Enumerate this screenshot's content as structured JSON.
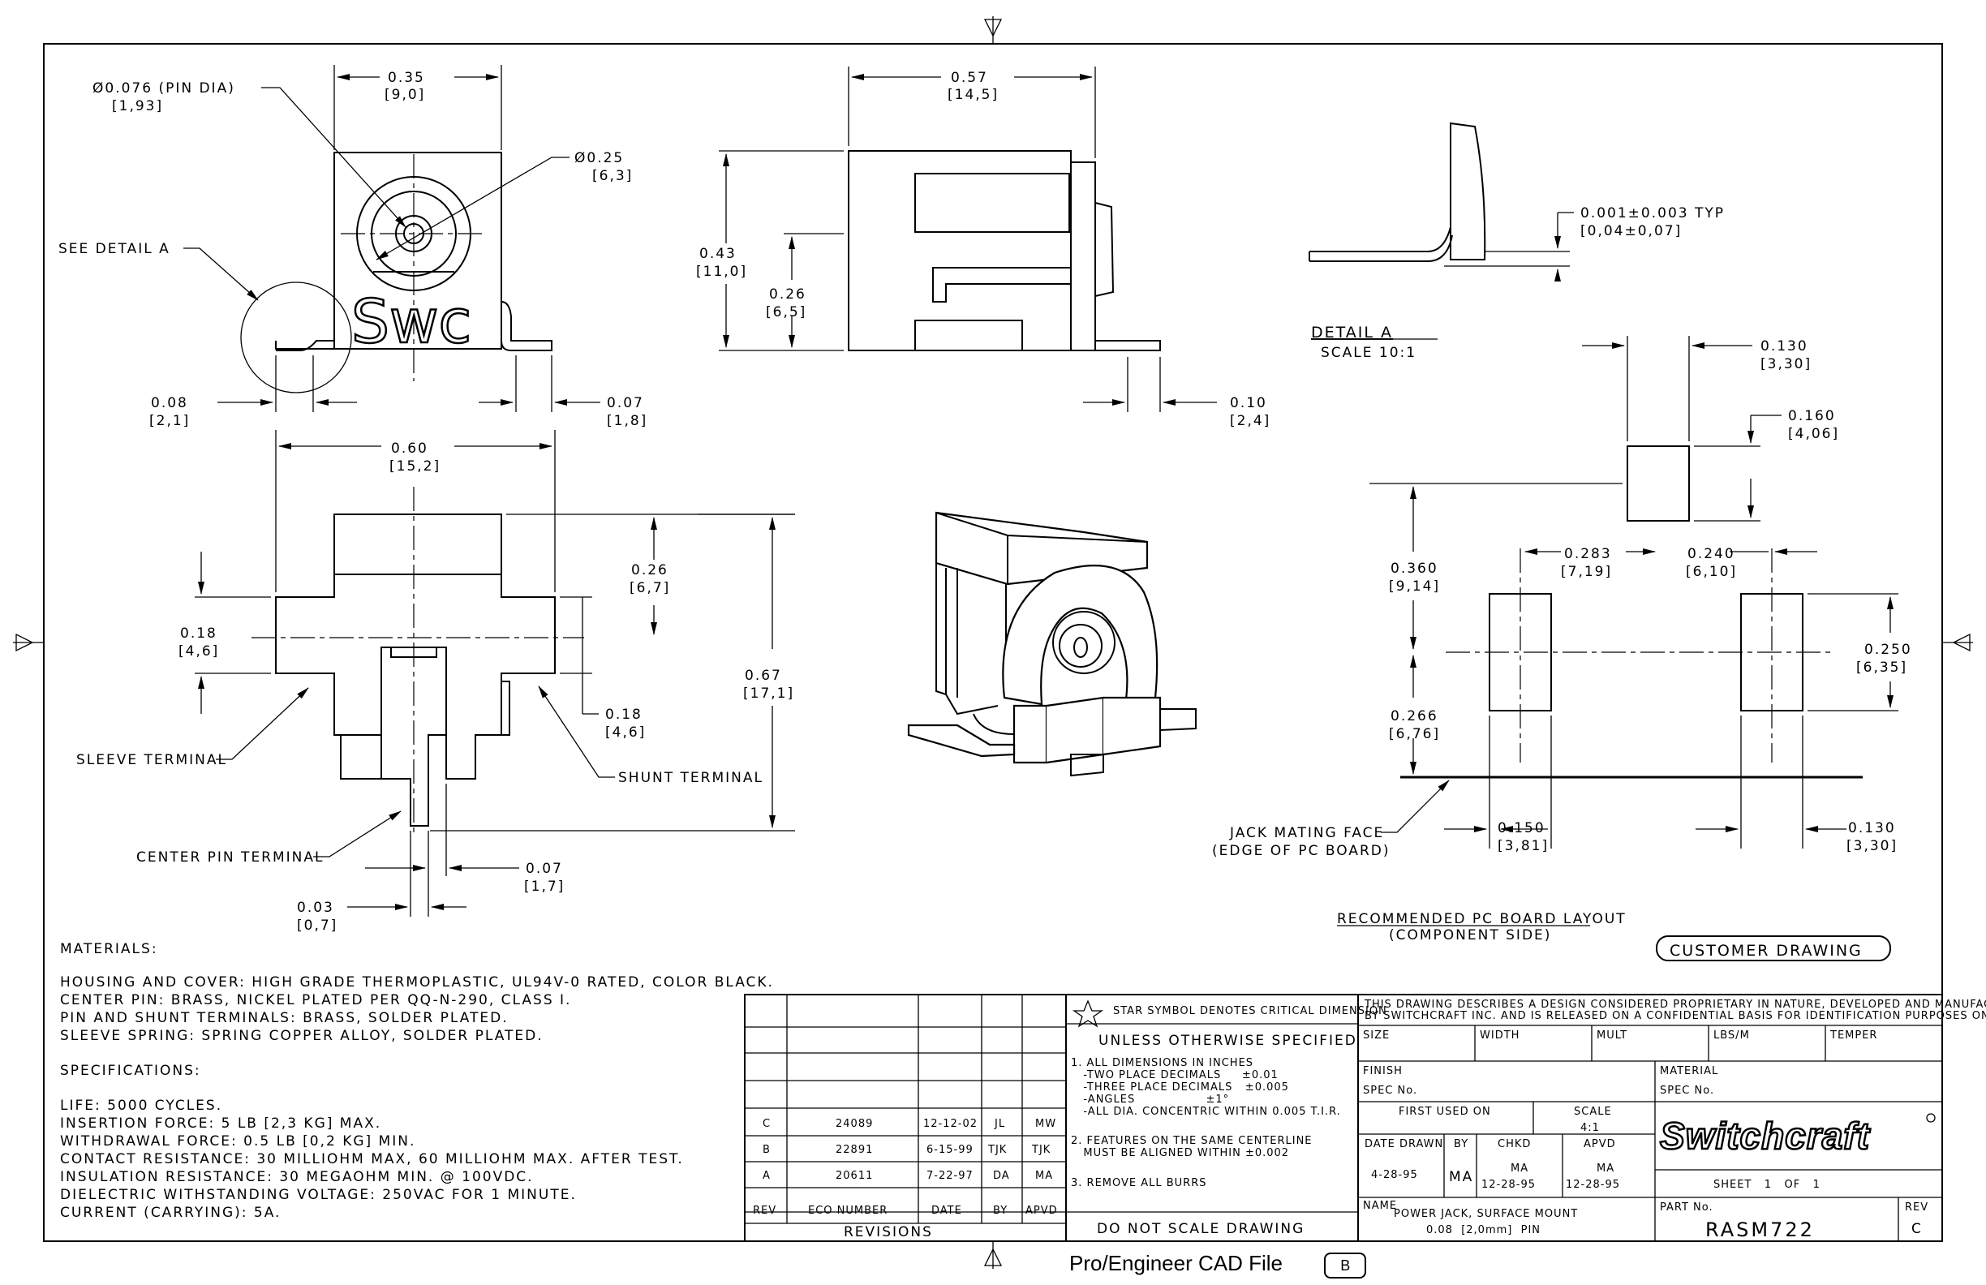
{
  "views": {
    "front": {
      "pin_dia": "Ø0.076  (PIN DIA)",
      "pin_dia_mm": "[1,93]",
      "width": "0.35",
      "width_mm": "[9,0]",
      "bore": "Ø0.25",
      "bore_mm": "[6,3]",
      "detail_ref": "SEE DETAIL  A",
      "logo": "Swc",
      "left_tab": "0.08",
      "left_tab_mm": "[2,1]",
      "right_tab": "0.07",
      "right_tab_mm": "[1,8]"
    },
    "side": {
      "length": "0.57",
      "length_mm": "[14,5]",
      "height": "0.43",
      "height_mm": "[11,0]",
      "center": "0.26",
      "center_mm": "[6,5]",
      "tab": "0.10",
      "tab_mm": "[2,4]"
    },
    "detail": {
      "tol": "0.001±0.003 TYP",
      "tol_mm": "[0,04±0,07]",
      "title": "DETAIL  A",
      "scale": "SCALE  10:1"
    },
    "bottom": {
      "width": "0.60",
      "width_mm": "[15,2]",
      "upper": "0.26",
      "upper_mm": "[6,7]",
      "left": "0.18",
      "left_mm": "[4,6]",
      "right": "0.18",
      "right_mm": "[4,6]",
      "total": "0.67",
      "total_mm": "[17,1]",
      "sleeve": "SLEEVE TERMINAL",
      "shunt": "SHUNT TERMINAL",
      "center_pin": "CENTER PIN TERMINAL",
      "pin_off": "0.07",
      "pin_off_mm": "[1,7]",
      "pin_w": "0.03",
      "pin_w_mm": "[0,7]"
    },
    "layout": {
      "d130": "0.130",
      "d130_mm": "[3,30]",
      "d160": "0.160",
      "d160_mm": "[4,06]",
      "d283": "0.283",
      "d283_mm": "[7,19]",
      "d240": "0.240",
      "d240_mm": "[6,10]",
      "d360": "0.360",
      "d360_mm": "[9,14]",
      "d250": "0.250",
      "d250_mm": "[6,35]",
      "d266": "0.266",
      "d266_mm": "[6,76]",
      "mating1": "JACK MATING FACE",
      "mating2": "(EDGE OF PC BOARD)",
      "d150": "0.150",
      "d150_mm": "[3,81]",
      "d130b": "0.130",
      "d130b_mm": "[3,30]",
      "title": "RECOMMENDED PC BOARD LAYOUT",
      "subtitle": "(COMPONENT SIDE)"
    }
  },
  "customer_drawing": "CUSTOMER DRAWING",
  "materials": {
    "heading": "MATERIALS:",
    "lines": [
      "HOUSING AND COVER: HIGH GRADE THERMOPLASTIC, UL94V-0 RATED, COLOR BLACK.",
      "CENTER PIN: BRASS, NICKEL PLATED PER QQ-N-290, CLASS I.",
      "PIN AND SHUNT TERMINALS: BRASS, SOLDER PLATED.",
      "SLEEVE SPRING: SPRING COPPER ALLOY, SOLDER PLATED."
    ]
  },
  "specifications": {
    "heading": "SPECIFICATIONS:",
    "lines": [
      "LIFE: 5000 CYCLES.",
      "INSERTION FORCE: 5 LB [2,3 KG] MAX.",
      "WITHDRAWAL FORCE: 0.5 LB [0,2 KG] MIN.",
      "CONTACT RESISTANCE: 30 MILLIOHM MAX, 60 MILLIOHM MAX. AFTER TEST.",
      "INSULATION RESISTANCE: 30 MEGAOHM MIN. @ 100VDC.",
      "DIELECTRIC WITHSTANDING VOLTAGE: 250VAC FOR 1 MINUTE.",
      "CURRENT (CARRYING): 5A."
    ]
  },
  "revisions": {
    "headers": [
      "REV",
      "ECO NUMBER",
      "DATE",
      "BY",
      "APVD"
    ],
    "rows": [
      [
        "C",
        "24089",
        "12-12-02",
        "JL",
        "MW"
      ],
      [
        "B",
        "22891",
        "6-15-99",
        "TJK",
        "TJK"
      ],
      [
        "A",
        "20611",
        "7-22-97",
        "DA",
        "MA"
      ]
    ],
    "title": "REVISIONS"
  },
  "notes": {
    "star": "STAR SYMBOL DENOTES CRITICAL DIMENSION",
    "unless": "UNLESS OTHERWISE SPECIFIED",
    "lines": [
      "1. ALL DIMENSIONS IN INCHES",
      "   -TWO PLACE DECIMALS     ±0.01",
      "   -THREE PLACE DECIMALS   ±0.005",
      "   -ANGLES                 ±1°",
      "   -ALL DIA. CONCENTRIC WITHIN 0.005 T.I.R.",
      "",
      "2. FEATURES ON THE SAME CENTERLINE",
      "   MUST BE ALIGNED WITHIN ±0.002",
      "",
      "3. REMOVE ALL BURRS"
    ],
    "do_not_scale": "DO NOT SCALE DRAWING"
  },
  "title_block": {
    "proprietary1": "THIS DRAWING DESCRIBES A DESIGN CONSIDERED PROPRIETARY IN NATURE, DEVELOPED AND MANUFACTURED",
    "proprietary2": "BY SWITCHCRAFT INC. AND IS RELEASED ON A CONFIDENTIAL BASIS FOR IDENTIFICATION PURPOSES ONLY.",
    "size": "SIZE",
    "width": "WIDTH",
    "mult": "MULT",
    "lbs": "LBS/M",
    "temper": "TEMPER",
    "finish": "FINISH",
    "spec_no": "SPEC No.",
    "material": "MATERIAL",
    "spec_no2": "SPEC No.",
    "first_used": "FIRST USED ON",
    "scale_label": "SCALE",
    "scale": "4:1",
    "date_drawn_l": "DATE DRAWN",
    "date_drawn": "4-28-95",
    "by_l": "BY",
    "by": "MA",
    "chkd_l": "CHKD",
    "chkd": "MA",
    "chkd_date": "12-28-95",
    "apvd_l": "APVD",
    "apvd": "MA",
    "apvd_date": "12-28-95",
    "brand": "Switchcraft",
    "sheet": "SHEET   1   OF   1",
    "name_l": "NAME",
    "name1": "POWER JACK, SURFACE MOUNT",
    "name2": "0.08  [2,0mm]  PIN",
    "part_l": "PART No.",
    "part": "RASM722",
    "rev_l": "REV",
    "rev": "C"
  },
  "footer": {
    "label": "Pro/Engineer CAD File",
    "badge": "B"
  }
}
